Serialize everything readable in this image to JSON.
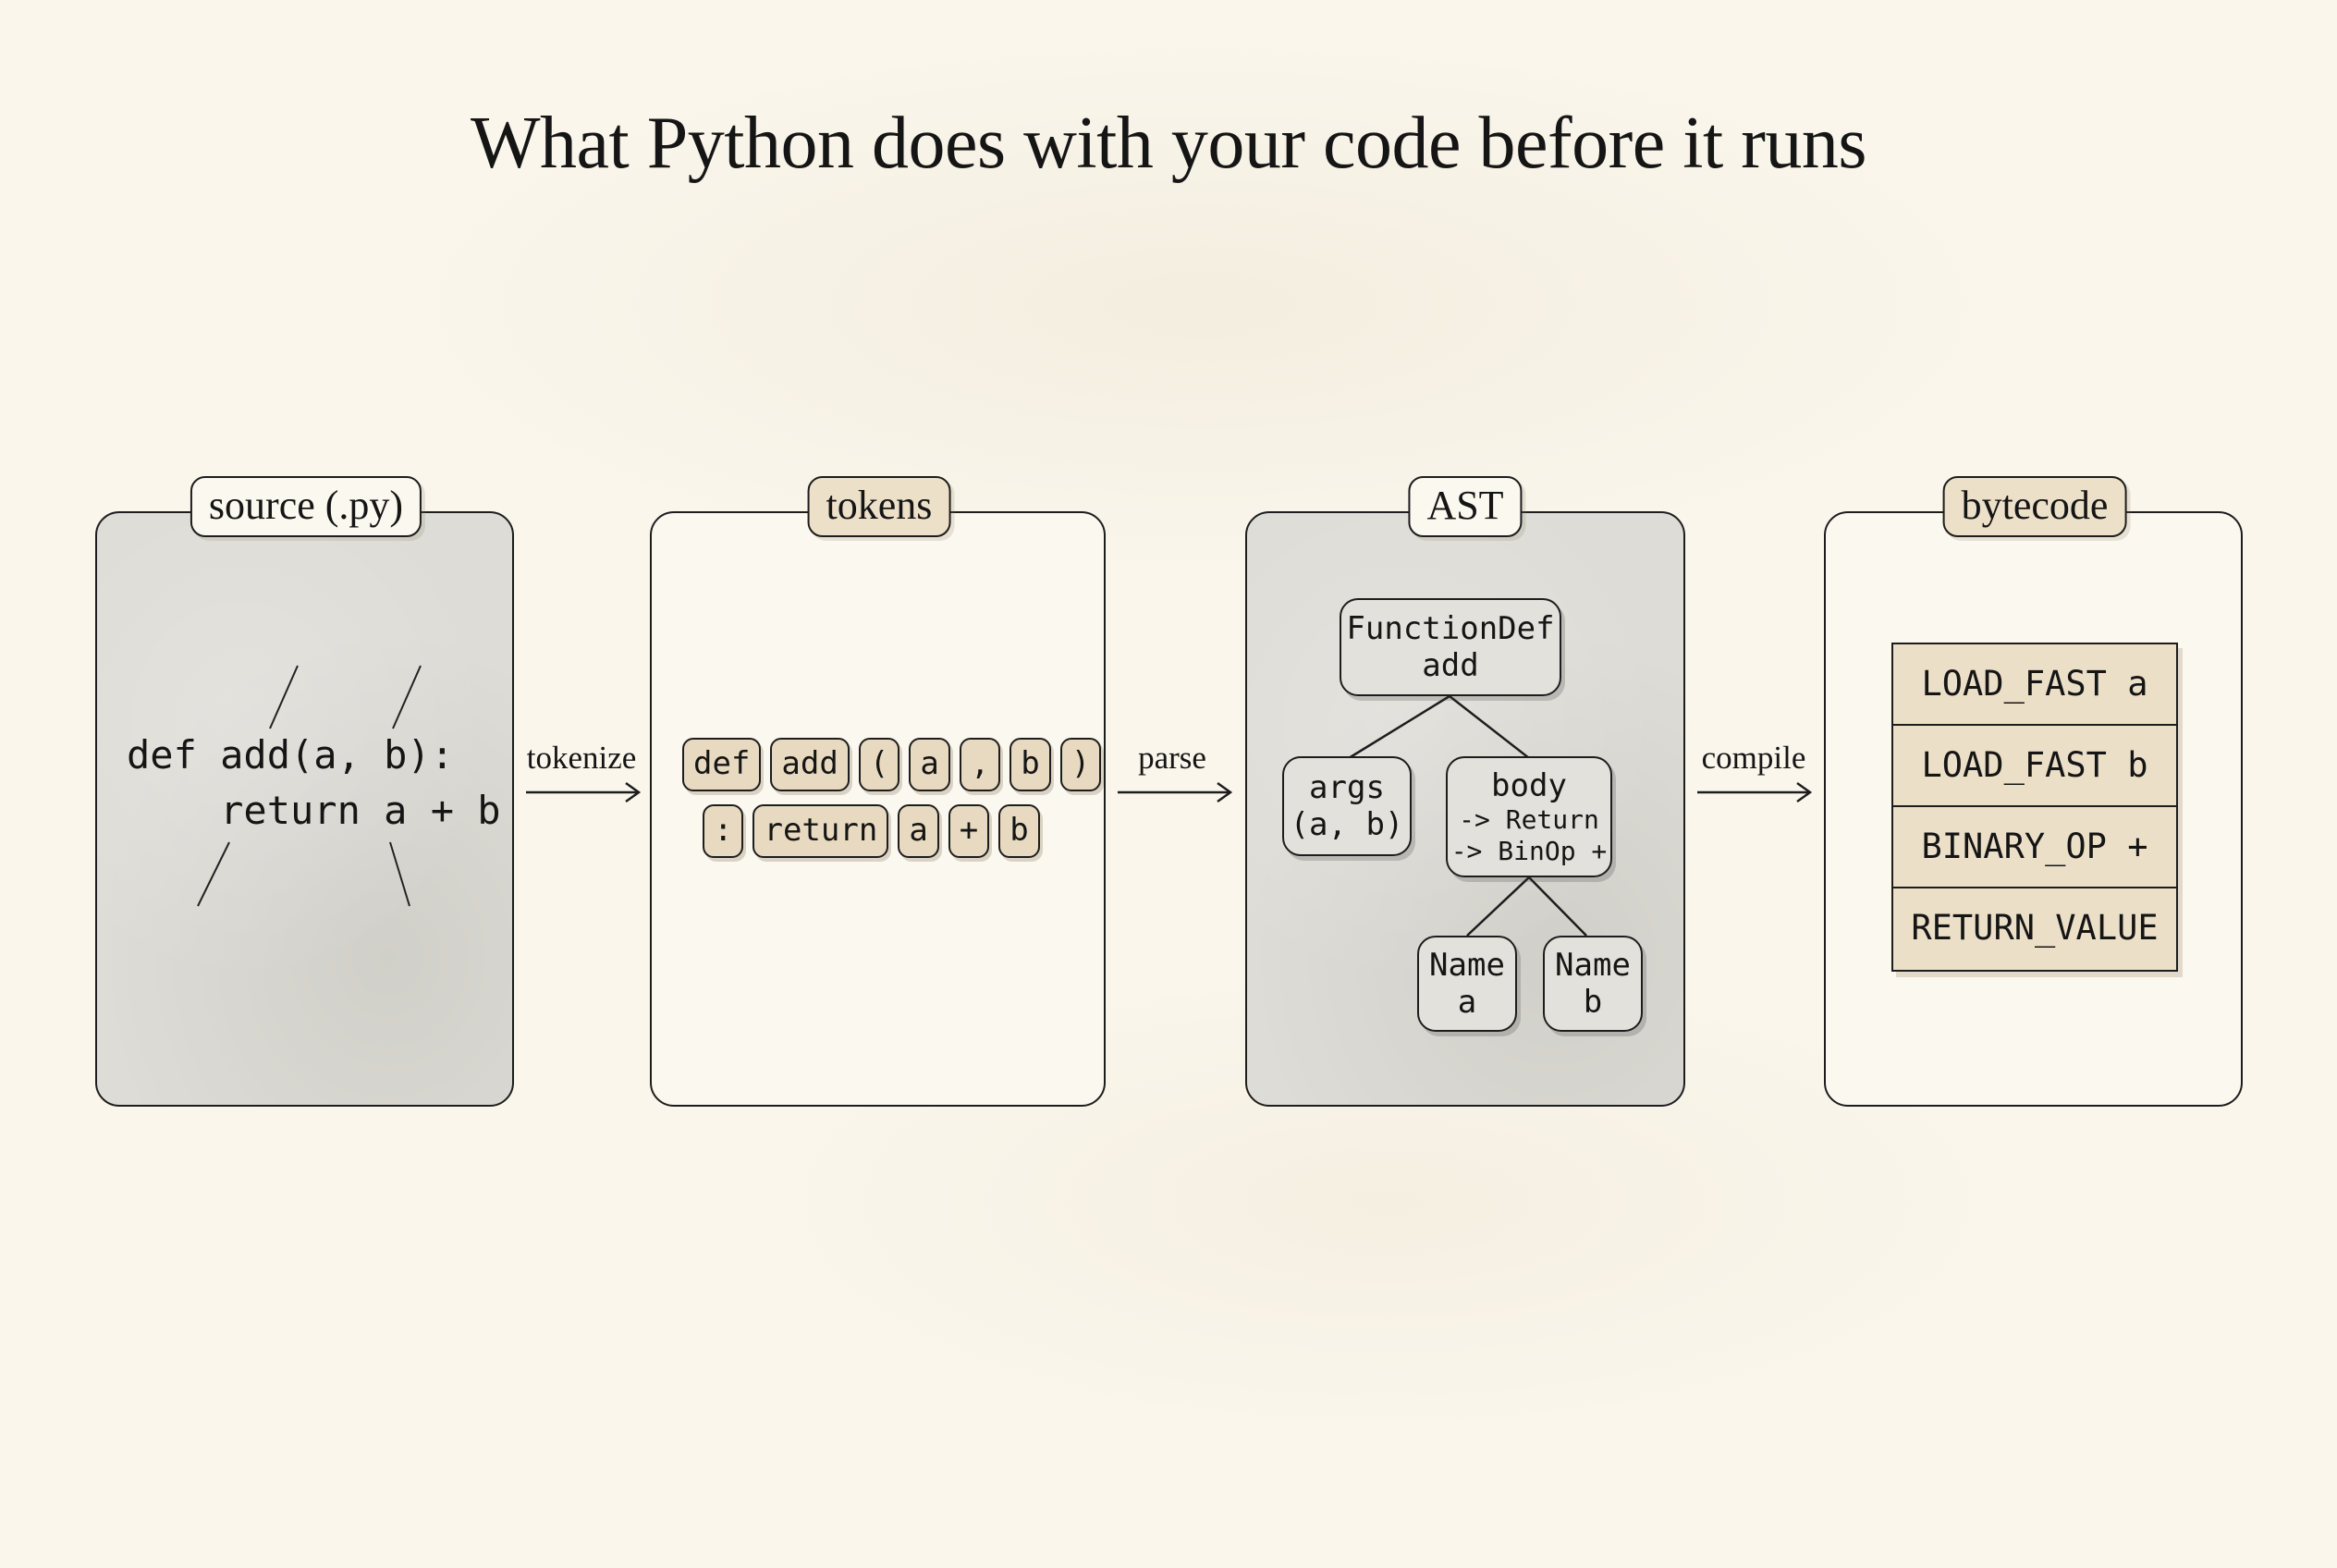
{
  "title": "What Python does with your code before it runs",
  "stages": {
    "source": {
      "label": "source (.py)",
      "code_line_1": "def add(a, b):",
      "code_line_2": "    return a + b"
    },
    "tokens": {
      "label": "tokens",
      "row1": [
        "def",
        "add",
        "(",
        "a",
        ",",
        "b",
        ")"
      ],
      "row2": [
        ":",
        "return",
        "a",
        "+",
        "b"
      ]
    },
    "ast": {
      "label": "AST",
      "root": {
        "line1": "FunctionDef",
        "line2": "add"
      },
      "args": {
        "line1": "args",
        "line2": "(a, b)"
      },
      "body": {
        "line1": "body",
        "line2": "-> Return",
        "line3": "-> BinOp +"
      },
      "name_a": {
        "line1": "Name",
        "line2": "a"
      },
      "name_b": {
        "line1": "Name",
        "line2": "b"
      }
    },
    "bytecode": {
      "label": "bytecode",
      "instructions": [
        "LOAD_FAST a",
        "LOAD_FAST b",
        "BINARY_OP +",
        "RETURN_VALUE"
      ]
    }
  },
  "arrows": {
    "tokenize": "tokenize",
    "parse": "parse",
    "compile": "compile"
  },
  "colors": {
    "background": "#faf6ec",
    "ink": "#1d1d1d",
    "tan": "#e8dac0",
    "gray": "#dedcd6"
  }
}
